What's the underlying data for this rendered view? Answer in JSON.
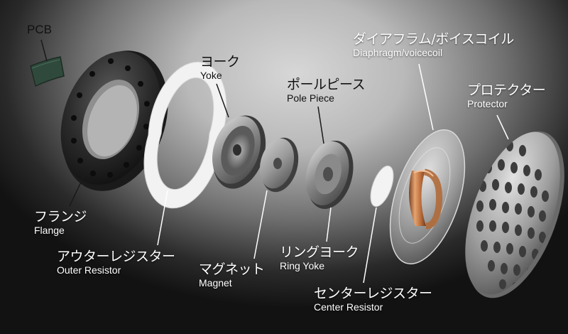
{
  "colors": {
    "leader_dark": "#1a1a1a",
    "leader_light": "#ffffff",
    "pcb_green": "#2f4a3c",
    "copper": "#c47a45"
  },
  "labels": {
    "pcb": {
      "en": "PCB"
    },
    "yoke": {
      "jp": "ヨーク",
      "en": "Yoke"
    },
    "pole_piece": {
      "jp": "ポールピース",
      "en": "Pole Piece"
    },
    "diaphragm": {
      "jp": "ダイアフラム/ボイスコイル",
      "en": "Diaphragm/voicecoil"
    },
    "protector": {
      "jp": "プロテクター",
      "en": "Protector"
    },
    "flange": {
      "jp": "フランジ",
      "en": "Flange"
    },
    "outer_resistor": {
      "jp": "アウターレジスター",
      "en": "Outer Resistor"
    },
    "magnet": {
      "jp": "マグネット",
      "en": "Magnet"
    },
    "ring_yoke": {
      "jp": "リングヨーク",
      "en": "Ring Yoke"
    },
    "center_resistor": {
      "jp": "センターレジスター",
      "en": "Center Resistor"
    }
  }
}
